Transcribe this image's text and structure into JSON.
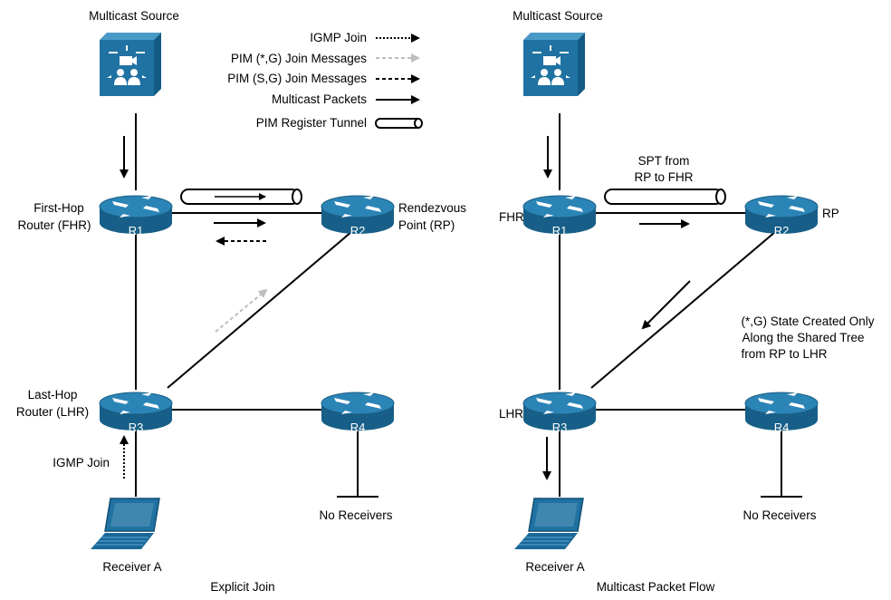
{
  "legend": {
    "igmp_join": "IGMP Join",
    "pim_star_g": "PIM  (*,G) Join Messages",
    "pim_s_g": "PIM  (S,G) Join Messages",
    "multicast_packets": "Multicast Packets",
    "register_tunnel": "PIM Register Tunnel"
  },
  "colors": {
    "router_face": "#1f6f9c",
    "router_top": "#2e86b8",
    "device_blue": "#1d6f9e",
    "link": "#000000",
    "star_g_arrow": "#bdbdbd"
  },
  "left": {
    "caption": "Explicit Join",
    "source_label": "Multicast Source",
    "r1_label_line1": "First-Hop",
    "r1_label_line2": "Router (FHR)",
    "r2_label_line1": "Rendezvous",
    "r2_label_line2": "Point (RP)",
    "r3_label_line1": "Last-Hop",
    "r3_label_line2": "Router (LHR)",
    "r1_name": "R1",
    "r2_name": "R2",
    "r3_name": "R3",
    "r4_name": "R4",
    "igmp_label": "IGMP Join",
    "receiver_label": "Receiver A",
    "no_receivers": "No Receivers"
  },
  "right": {
    "caption": "Multicast Packet Flow",
    "source_label": "Multicast Source",
    "r1_label": "FHR",
    "r2_label": "RP",
    "r3_label": "LHR",
    "r1_name": "R1",
    "r2_name": "R2",
    "r3_name": "R3",
    "r4_name": "R4",
    "spt_line1": "SPT from",
    "spt_line2": "RP to FHR",
    "state_line1": "(*,G) State Created Only",
    "state_line2": "Along the Shared Tree",
    "state_line3": "from RP to LHR",
    "receiver_label": "Receiver A",
    "no_receivers": "No Receivers"
  }
}
